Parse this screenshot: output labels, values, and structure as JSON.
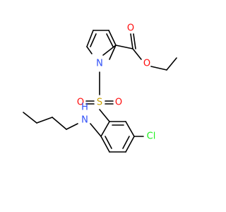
{
  "molecule": {
    "atoms": {
      "O_carbonyl": {
        "symbol": "O",
        "color": "#ff0d0d"
      },
      "O_ester": {
        "symbol": "O",
        "color": "#ff0d0d"
      },
      "N_pyrrole": {
        "symbol": "N",
        "color": "#3050f8"
      },
      "S_sulfonyl": {
        "symbol": "S",
        "color": "#c8a000"
      },
      "O_sulfonyl_left": {
        "symbol": "O",
        "color": "#ff0d0d"
      },
      "O_sulfonyl_right": {
        "symbol": "O",
        "color": "#ff0d0d"
      },
      "NH_amine": {
        "symbol": "H",
        "color": "#3050f8"
      },
      "N_amine": {
        "symbol": "N",
        "color": "#3050f8"
      },
      "Cl": {
        "symbol": "Cl",
        "color": "#1ff01f"
      }
    }
  }
}
